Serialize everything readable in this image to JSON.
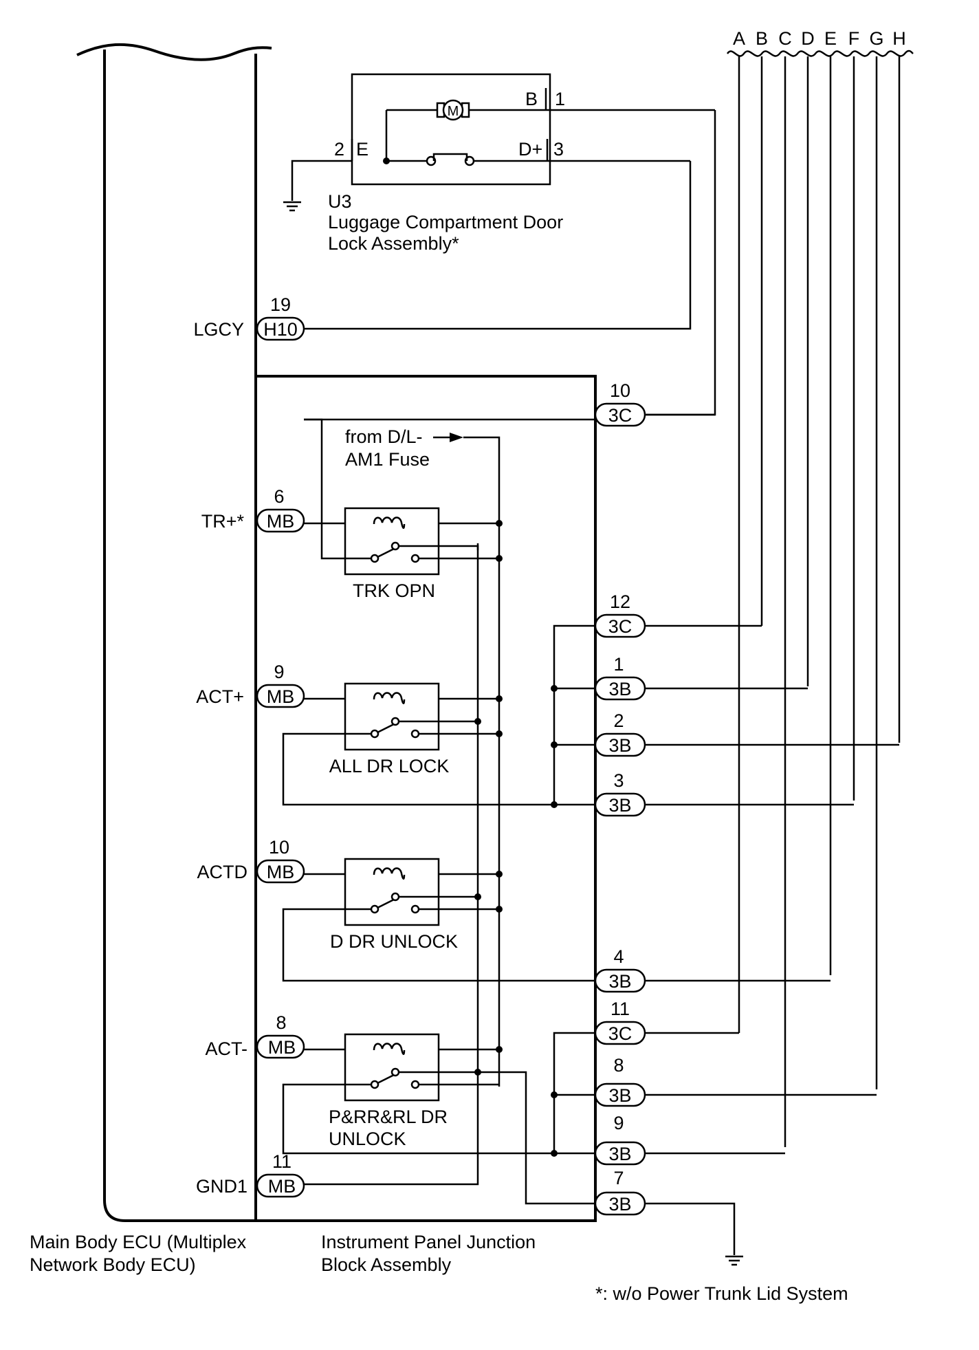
{
  "bus_letters": [
    "A",
    "B",
    "C",
    "D",
    "E",
    "F",
    "G",
    "H"
  ],
  "ecu": {
    "name_line1": "Main Body ECU (Multiplex",
    "name_line2": "Network Body ECU)",
    "terminals": [
      {
        "label": "LGCY",
        "pin": "19",
        "connector": "H10"
      },
      {
        "label": "TR+*",
        "pin": "6",
        "connector": "MB"
      },
      {
        "label": "ACT+",
        "pin": "9",
        "connector": "MB"
      },
      {
        "label": "ACTD",
        "pin": "10",
        "connector": "MB"
      },
      {
        "label": "ACT-",
        "pin": "8",
        "connector": "MB"
      },
      {
        "label": "GND1",
        "pin": "11",
        "connector": "MB"
      }
    ]
  },
  "lock_assembly": {
    "code": "U3",
    "name_line1": "Luggage Compartment Door",
    "name_line2": "Lock Assembly*",
    "motor_symbol": "M",
    "pins": [
      {
        "label": "B",
        "pin": "1"
      },
      {
        "label": "E",
        "pin": "2"
      },
      {
        "label": "D+",
        "pin": "3"
      }
    ]
  },
  "junction_block": {
    "name_line1": "Instrument Panel Junction",
    "name_line2": "Block Assembly",
    "fuse_line1": "from D/L-",
    "fuse_line2": "AM1 Fuse",
    "relays": [
      "TRK OPN",
      "ALL DR LOCK",
      "D DR UNLOCK",
      "P&RR&RL DR",
      "UNLOCK"
    ],
    "connectors": [
      {
        "pin": "10",
        "connector": "3C"
      },
      {
        "pin": "12",
        "connector": "3C"
      },
      {
        "pin": "1",
        "connector": "3B"
      },
      {
        "pin": "2",
        "connector": "3B"
      },
      {
        "pin": "3",
        "connector": "3B"
      },
      {
        "pin": "4",
        "connector": "3B"
      },
      {
        "pin": "11",
        "connector": "3C"
      },
      {
        "pin": "8",
        "connector": "3B"
      },
      {
        "pin": "9",
        "connector": "3B"
      },
      {
        "pin": "7",
        "connector": "3B"
      }
    ]
  },
  "footnote": "*: w/o Power Trunk Lid System"
}
